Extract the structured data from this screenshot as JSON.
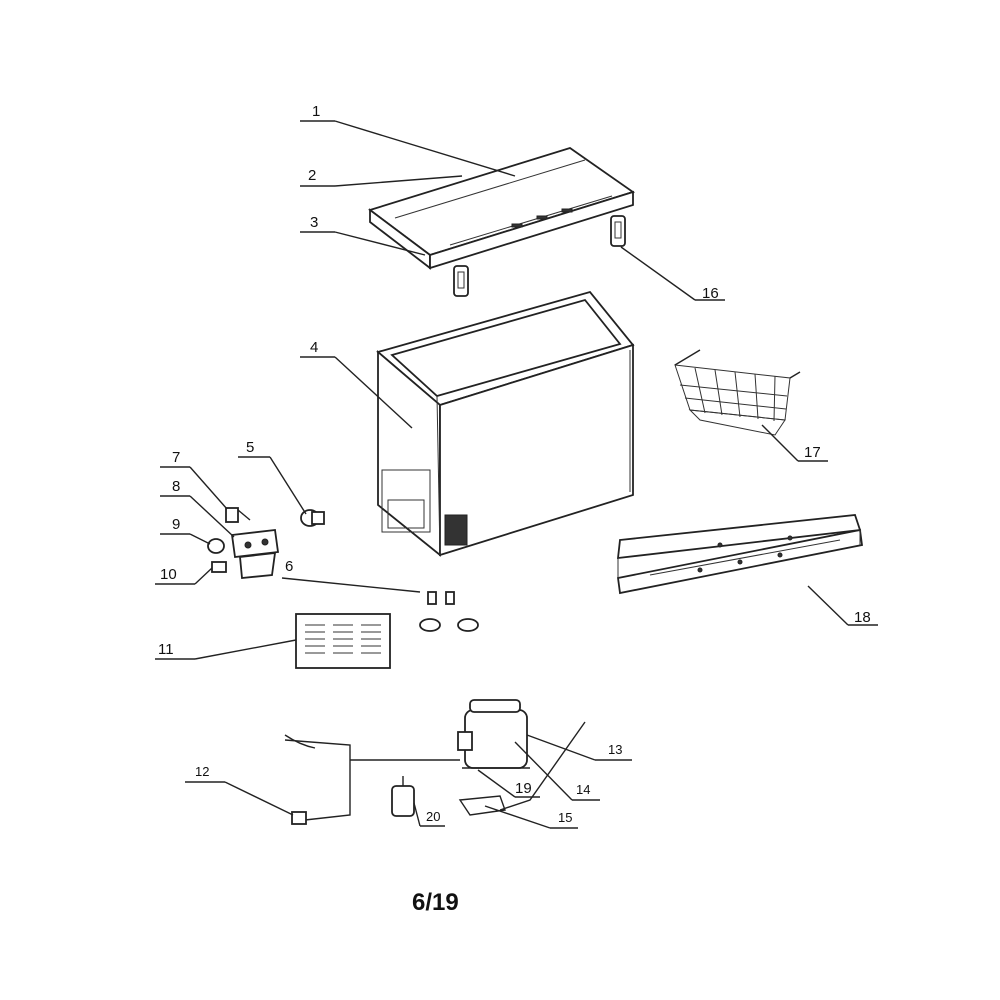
{
  "labels": {
    "l1": "1",
    "l2": "2",
    "l3": "3",
    "l4": "4",
    "l5": "5",
    "l6": "6",
    "l7": "7",
    "l8": "8",
    "l9": "9",
    "l10": "10",
    "l11": "11",
    "l12": "12",
    "l13": "13",
    "l14": "14",
    "l15": "15",
    "l16": "16",
    "l17": "17",
    "l18": "18",
    "l19": "19",
    "l20": "20"
  },
  "page_number": "6/19"
}
